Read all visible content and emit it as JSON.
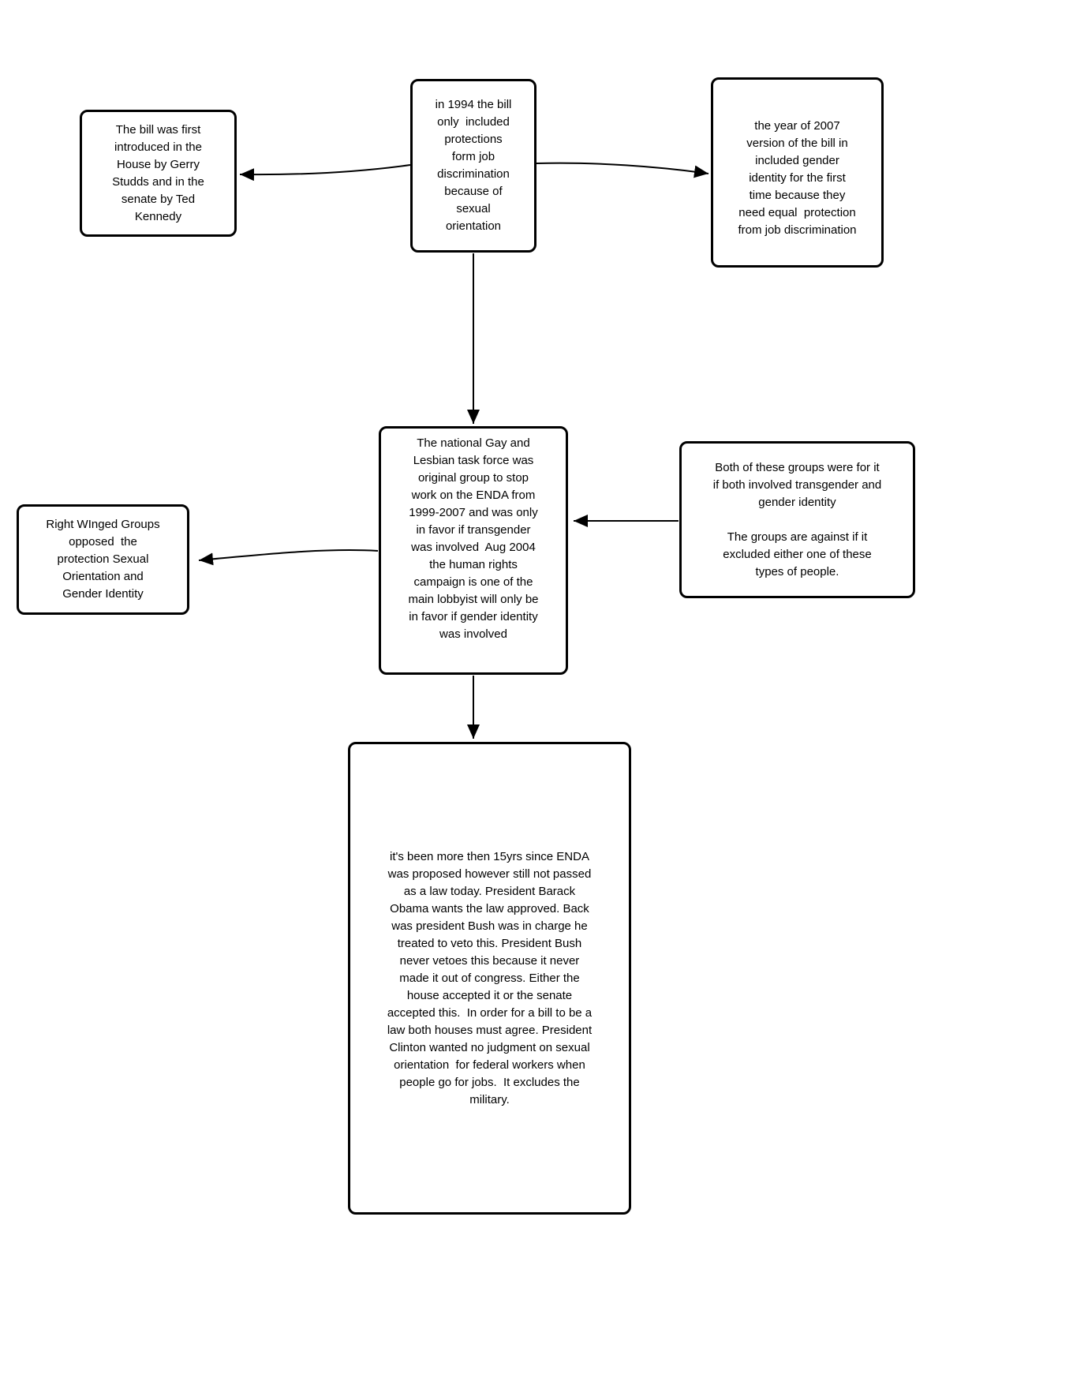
{
  "diagram": {
    "title": "ENDA bill flowchart",
    "colors": {
      "stroke": "#000000",
      "background": "#ffffff",
      "text": "#000000"
    },
    "nodes": {
      "introduced": {
        "text": "The bill was first\nintroduced in the\nHouse by Gerry\nStudds and in the\nsenate by Ted\nKennedy"
      },
      "bill1994": {
        "text": "in 1994 the bill\nonly  included\nprotections\nform job\ndiscrimination\nbecause of\nsexual\norientation"
      },
      "year2007": {
        "text": "the year of 2007\nversion of the bill in\nincluded gender\nidentity for the first\ntime because they\nneed equal  protection\nfrom job discrimination"
      },
      "taskforce": {
        "text": "The national Gay and\nLesbian task force was\noriginal group to stop\nwork on the ENDA from\n1999-2007 and was only\nin favor if transgender\nwas involved  Aug 2004\nthe human rights\ncampaign is one of the\nmain lobbyist will only be\nin favor if gender identity\nwas involved"
      },
      "groups": {
        "text": "Both of these groups were for it\nif both involved transgender and\ngender identity\n\nThe groups are against if it\nexcluded either one of these\ntypes of people."
      },
      "rightwing": {
        "text": "Right WInged Groups\nopposed  the\nprotection Sexual\nOrientation and\nGender Identity"
      },
      "summary": {
        "text": "it's been more then 15yrs since ENDA\nwas proposed however still not passed\nas a law today. President Barack\nObama wants the law approved. Back\nwas president Bush was in charge he\ntreated to veto this. President Bush\nnever vetoes this because it never\nmade it out of congress. Either the\nhouse accepted it or the senate\naccepted this.  In order for a bill to be a\nlaw both houses must agree. President\nClinton wanted no judgment on sexual\norientation  for federal workers when\npeople go for jobs.  It excludes the\nmilitary."
      }
    }
  }
}
